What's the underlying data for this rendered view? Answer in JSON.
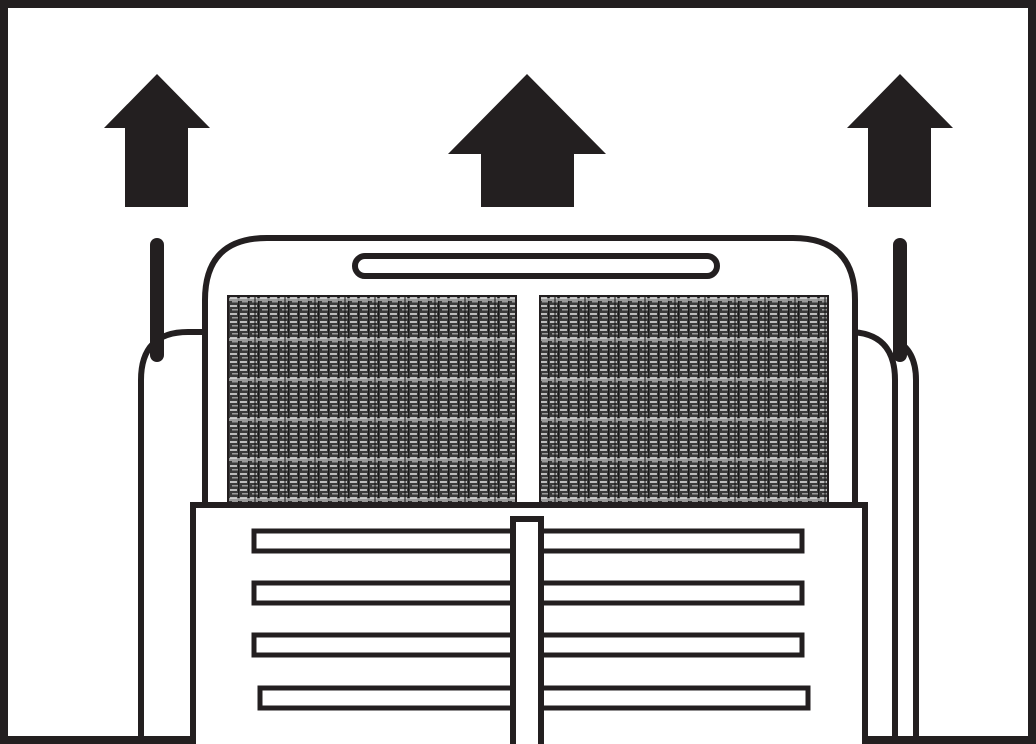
{
  "diagram": {
    "subject": "air-filter-removal-illustration",
    "colors": {
      "stroke": "#231f20",
      "fill": "#231f20",
      "background": "#ffffff",
      "mesh_light": "#8a8a8a"
    },
    "arrows": [
      "up-arrow-icon",
      "up-arrow-icon",
      "up-arrow-icon"
    ],
    "filter_panels": 2,
    "grille_slats": 4
  }
}
